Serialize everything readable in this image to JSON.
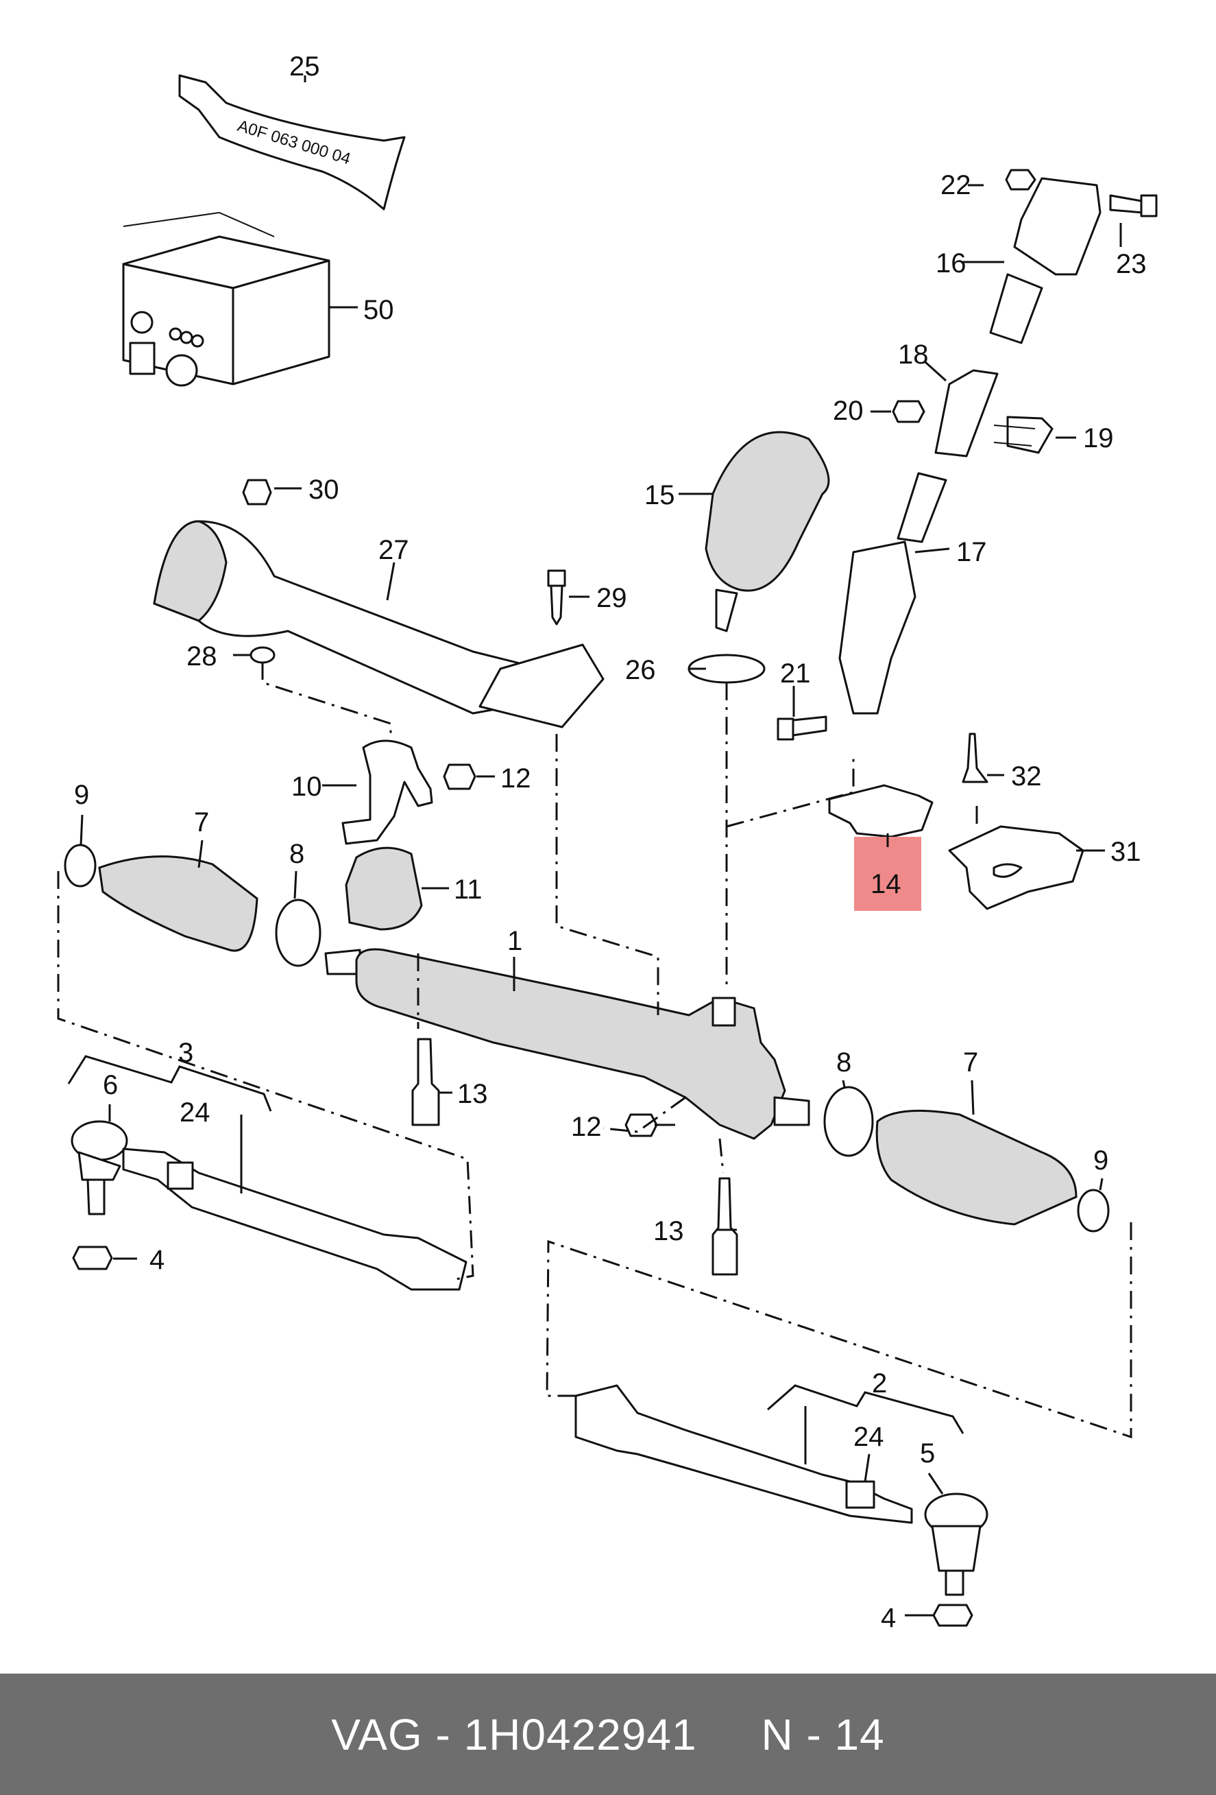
{
  "tube_text": "A0F 063 000 04",
  "highlight_color": "#f08a8a",
  "footer": {
    "brand": "VAG",
    "separator": " - ",
    "part_number": "1H0422941",
    "position_label": "N",
    "position_value": "14"
  },
  "labels": {
    "l1": "1",
    "l2": "2",
    "l3": "3",
    "l4a": "4",
    "l4b": "4",
    "l5": "5",
    "l6": "6",
    "l7a": "7",
    "l7b": "7",
    "l8a": "8",
    "l8b": "8",
    "l9a": "9",
    "l9b": "9",
    "l10": "10",
    "l11": "11",
    "l12a": "12",
    "l12b": "12",
    "l13a": "13",
    "l13b": "13",
    "l14": "14",
    "l15": "15",
    "l16": "16",
    "l17": "17",
    "l18": "18",
    "l19": "19",
    "l20": "20",
    "l21": "21",
    "l22": "22",
    "l23": "23",
    "l24a": "24",
    "l24b": "24",
    "l25": "25",
    "l26": "26",
    "l27": "27",
    "l28": "28",
    "l29": "29",
    "l30": "30",
    "l31": "31",
    "l32": "32",
    "l50": "50"
  }
}
